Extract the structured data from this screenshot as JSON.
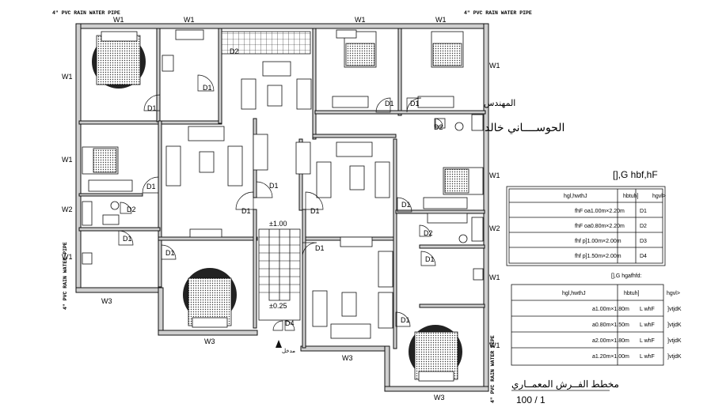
{
  "drawing": {
    "pipe_label_top_left": "4\" PVC RAIN WATER PIPE",
    "pipe_label_top_right": "4\" PVC RAIN WATER PIPE",
    "pipe_label_left_vertical": "4\" PVC RAIN WATER PIPE",
    "pipe_label_right_vertical": "4\" PVC RAIN WATER PIPE",
    "labels": {
      "w1": "W1",
      "w2": "W2",
      "w3": "W3",
      "d1": "D1",
      "d2": "D2",
      "d4": "D4",
      "level_upper": "±1.00",
      "level_lower": "±0.25"
    },
    "north_label": "مدخل",
    "arabic_mohandes": "المهندس",
    "arabic_name": "الحوســــاني خالد",
    "title_ar": "مخطط الفــرش المعمــاري",
    "scale": "100 / 1"
  },
  "doors_table": {
    "title": "[],G hbf,hF",
    "headers": [
      "hgl,hwthJ",
      "hbtuh]",
      "hgvl>"
    ],
    "rows": [
      [
        "fhF oa1.00m×2.20m",
        "D1"
      ],
      [
        "fhF oa0.80m×2.20m",
        "D2"
      ],
      [
        "fhf p]1.00m×2.00m",
        "D3"
      ],
      [
        "fhf p]1.50m×2.00m",
        "D4"
      ]
    ]
  },
  "windows_table": {
    "title": "[],G hgafhfd:",
    "headers": [
      "hgl,hwthJ",
      "hbtuh]",
      "hgvl>"
    ],
    "rows": [
      [
        "a1.00m×1.80m",
        "L whF",
        "]vtjdK"
      ],
      [
        "a0.80m×1.50m",
        "L whF",
        "]vtjdK"
      ],
      [
        "a2.00m×1.80m",
        "L whF",
        "]vtjdK"
      ],
      [
        "a1.20m×1.00m",
        "L whF",
        "]vtjdK"
      ]
    ]
  }
}
